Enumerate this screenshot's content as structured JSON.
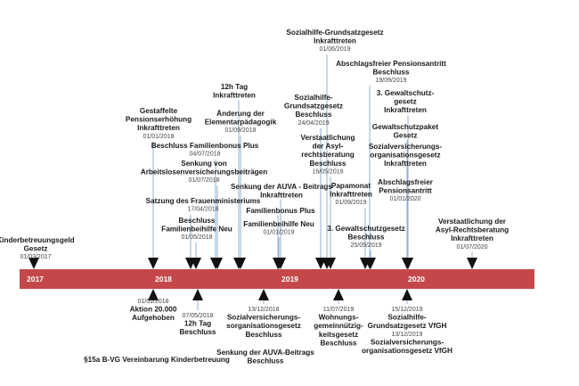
{
  "timeline": {
    "years": [
      "2017",
      "2018",
      "2019",
      "2020"
    ],
    "colors": {
      "bar": "#c4474a",
      "stem": "#8fb0d3",
      "marker": "#111111",
      "date": "#555555",
      "text": "#1a1a1a"
    },
    "above": [
      {
        "lines": [
          "Kinderbetreuungsgeld",
          "Gesetz"
        ],
        "date": "01/03/2017"
      },
      {
        "lines": [
          "Gestaffelte",
          "Pensionserhöhung",
          "Inkrafttreten"
        ],
        "date": "01/01/2018"
      },
      {
        "lines": [
          "Satzung des Frauenministeriums"
        ],
        "date": "17/04/2018"
      },
      {
        "lines": [
          "Beschluss",
          "Familienbeihilfe Neu"
        ],
        "date": "01/05/2018"
      },
      {
        "lines": [
          "Beschluss Familienbonus Plus"
        ],
        "date": "04/07/2018"
      },
      {
        "lines": [
          "Senkung von",
          "Arbeitslosenversicherungsbeiträgen"
        ],
        "date": "01/07/2018"
      },
      {
        "lines": [
          "Änderung der",
          "Elementarpädagogik"
        ],
        "date": "01/09/2018"
      },
      {
        "lines": [
          "12h Tag",
          "Inkrafttreten"
        ],
        "date": ""
      },
      {
        "lines": [
          "Senkung der AUVA - Beitrags",
          "Inkrafttreten"
        ],
        "date": ""
      },
      {
        "lines": [
          "Familienbonus Plus"
        ],
        "date": ""
      },
      {
        "lines": [
          "Familienbeihilfe Neu"
        ],
        "date": "01/01/2019"
      },
      {
        "lines": [
          "Sozialhilfe-Grundsatzgesetz",
          "Inkrafttreten"
        ],
        "date": "01/06/2019"
      },
      {
        "lines": [
          "Sozialhilfe-",
          "Grundsatzgesetz",
          "Beschluss"
        ],
        "date": "24/04/2019"
      },
      {
        "lines": [
          "Verstaatlichung",
          "der Asyl-",
          "rechtsberatung",
          "Beschluss"
        ],
        "date": "16/05/2019"
      },
      {
        "lines": [
          "Abschlagsfreier Pensionsantritt",
          "Beschluss"
        ],
        "date": "19/09/2019"
      },
      {
        "lines": [
          "3. Gewaltschutz-",
          "gesetz",
          "Inkrafttreten"
        ],
        "date": ""
      },
      {
        "lines": [
          "Gewaltschutzpaket",
          "Gesetz"
        ],
        "date": ""
      },
      {
        "lines": [
          "Sozialversicherungs-",
          "organisationsgesetz",
          "Inkrafttreten"
        ],
        "date": ""
      },
      {
        "lines": [
          "Papamonat",
          "Inkrafttreten"
        ],
        "date": "01/09/2019"
      },
      {
        "lines": [
          "Abschlagsfreier",
          "Pensionsantritt"
        ],
        "date": "01/01/2020"
      },
      {
        "lines": [
          "3. Gewaltschutzgesetz",
          "Beschluss"
        ],
        "date": "25/09/2019"
      },
      {
        "lines": [
          "Verstaatlichung der",
          "Asyl-Rechtsberatung",
          "Inkrafttreten"
        ],
        "date": "01/07/2020"
      }
    ],
    "below": [
      {
        "date": "01/01/2018",
        "lines": [
          "Aktion 20.000",
          "Aufgehoben"
        ]
      },
      {
        "date": "07/05/2018",
        "lines": [
          "12h Tag",
          "Beschluss"
        ]
      },
      {
        "date": "",
        "lines": [
          "§15a B-VG Vereinbarung Kinderbetreuung"
        ]
      },
      {
        "date": "13/12/2018",
        "lines": [
          "Sozialversicherungs-",
          "sorganisationsgesetz",
          "Beschluss"
        ]
      },
      {
        "date": "",
        "lines": [
          "Senkung der AUVA-Beitrags",
          "Beschluss"
        ]
      },
      {
        "date": "11/07/2019",
        "lines": [
          "Wohnungs-",
          "gemeinnützig-",
          "keitsgesetz",
          "Beschluss"
        ]
      },
      {
        "date": "15/12/2019",
        "lines": [
          "Sozialhilfe-",
          "Grundsatzgesetz VfGH"
        ]
      },
      {
        "date": "13/12/2019",
        "lines": [
          "Sozialversicherungs-",
          "organisationsgesetz VfGH"
        ]
      }
    ]
  }
}
